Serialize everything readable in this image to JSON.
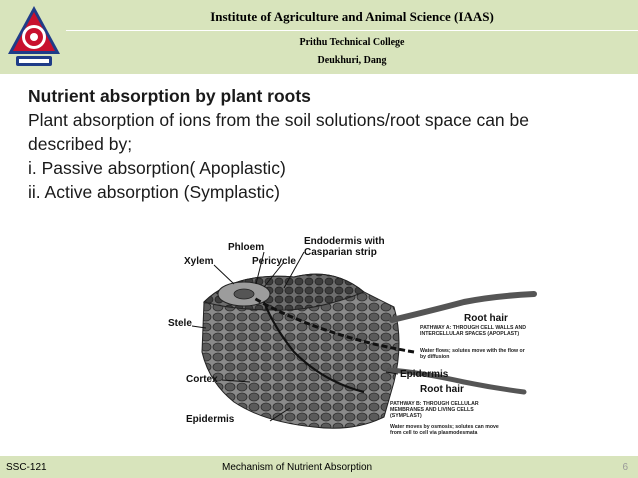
{
  "header": {
    "institute": "Institute of Agriculture and Animal Science (IAAS)",
    "college": "Prithu Technical College",
    "location": "Deukhuri, Dang",
    "logo_icon": "university-emblem"
  },
  "slide": {
    "title": "Nutrient absorption by plant roots",
    "lines": [
      "Plant absorption of ions from the soil solutions/root space can be",
      "described by;",
      "i. Passive absorption( Apoplastic)",
      "ii. Active absorption (Symplastic)"
    ]
  },
  "figure": {
    "labels": {
      "xylem": "Xylem",
      "phloem": "Phloem",
      "pericycle": "Pericycle",
      "endodermis": "Endodermis with",
      "endodermis2": "Casparian strip",
      "stele": "Stele",
      "cortex": "Cortex",
      "epidermis_left": "Epidermis",
      "root_hair_top": "Root hair",
      "epidermis_right": "Epidermis",
      "root_hair_bottom": "Root hair"
    },
    "pathway_a": "PATHWAY A: THROUGH CELL WALLS AND INTERCELLULAR SPACES (APOPLAST)",
    "pathway_a_note": "Water flows; solutes move with the flow or by diffusion",
    "pathway_b": "PATHWAY B: THROUGH CELLULAR MEMBRANES AND LIVING CELLS (SYMPLAST)",
    "pathway_b_note": "Water moves by osmosis; solutes can move from cell to cell via plasmodesmata"
  },
  "footer": {
    "code": "SSC-121",
    "topic": "Mechanism of  Nutrient Absorption",
    "page": "6"
  },
  "colors": {
    "band": "#d8e4bc",
    "logo_red": "#c8102e",
    "logo_blue": "#1f3c88"
  }
}
